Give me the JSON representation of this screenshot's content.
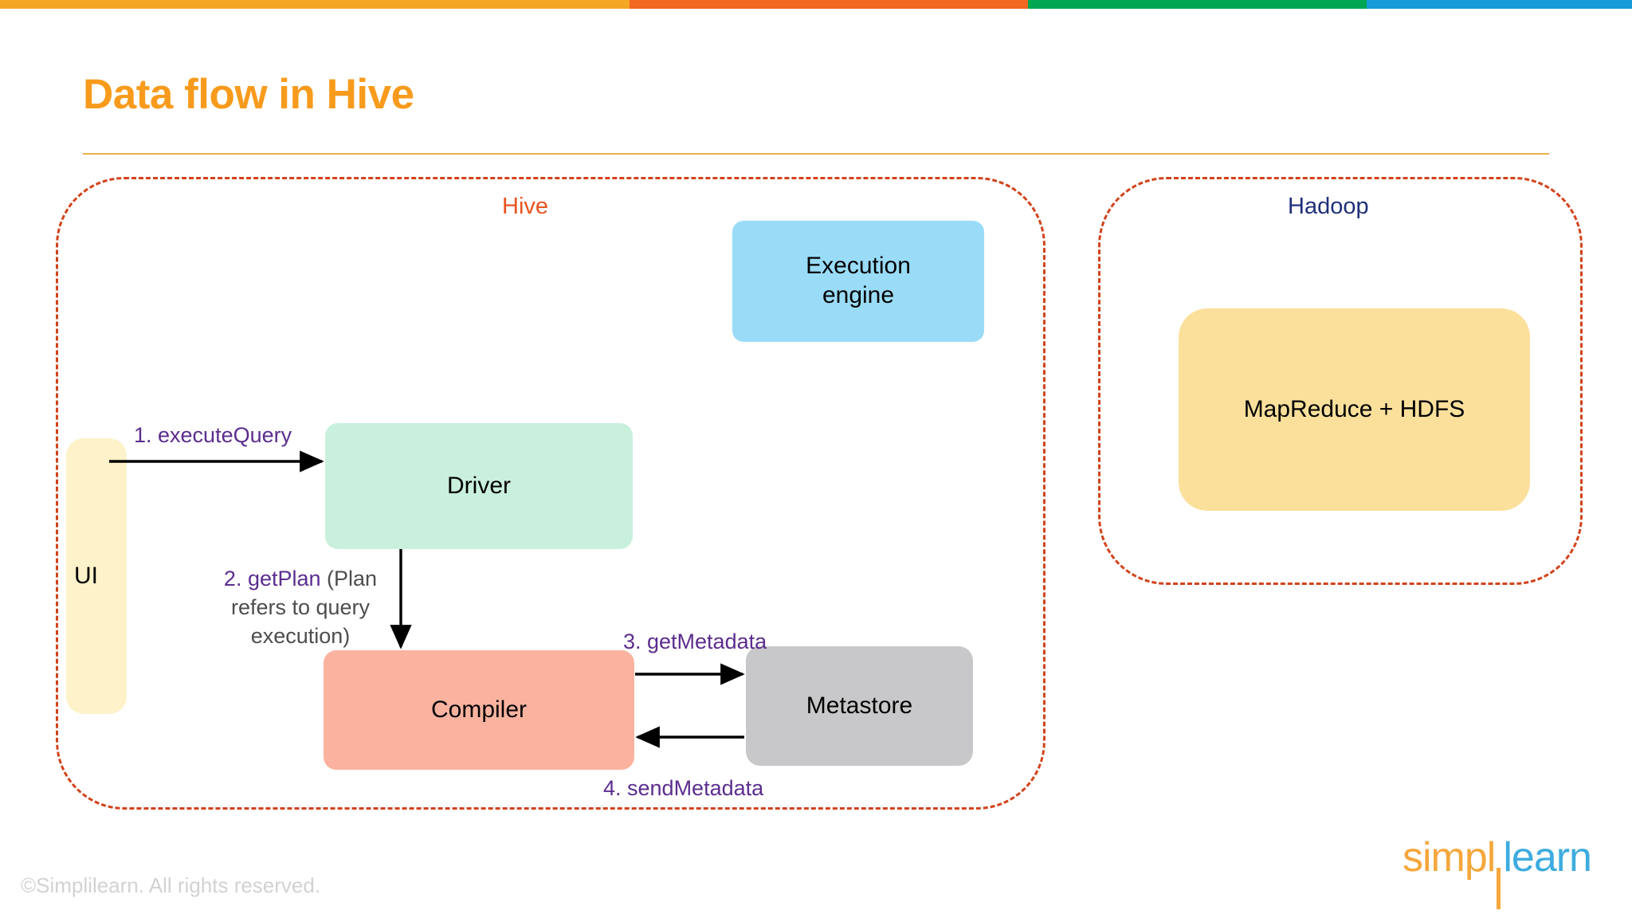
{
  "slide": {
    "title": "Data flow in Hive",
    "title_color": "#f89b1c",
    "background": "#ffffff"
  },
  "topbar": {
    "segments": [
      {
        "name": "yellow",
        "color": "#f5a623"
      },
      {
        "name": "orange",
        "color": "#f26722"
      },
      {
        "name": "green",
        "color": "#00a651"
      },
      {
        "name": "blue",
        "color": "#189cd8"
      }
    ]
  },
  "containers": [
    {
      "id": "hive",
      "label": "Hive",
      "label_color": "#e8541f",
      "border_color": "#d1431b",
      "style": "dashed"
    },
    {
      "id": "hadoop",
      "label": "Hadoop",
      "label_color": "#1f2f7a",
      "border_color": "#d1431b",
      "style": "dashed"
    }
  ],
  "nodes": [
    {
      "id": "ui",
      "label": "UI",
      "color": "#fdf2c9",
      "container": "hive"
    },
    {
      "id": "driver",
      "label": "Driver",
      "color": "#c9f0dd",
      "container": "hive"
    },
    {
      "id": "compiler",
      "label": "Compiler",
      "color": "#fbb3a0",
      "container": "hive"
    },
    {
      "id": "metastore",
      "label": "Metastore",
      "color": "#c8c8ca",
      "container": "hive"
    },
    {
      "id": "execution",
      "label": "Execution\nengine",
      "color": "#9adcf8",
      "container": "hive"
    },
    {
      "id": "mapreduce",
      "label": "MapReduce + HDFS",
      "color": "#fbe09c",
      "container": "hadoop"
    }
  ],
  "node_labels": {
    "ui": "UI",
    "driver": "Driver",
    "compiler": "Compiler",
    "metastore": "Metastore",
    "execution_line1": "Execution",
    "execution_line2": "engine",
    "mapreduce": "MapReduce + HDFS"
  },
  "arrows": [
    {
      "step": 1,
      "label": "1. executeQuery",
      "from": "ui",
      "to": "driver",
      "color": "#5b2d8e"
    },
    {
      "step": 2,
      "label": "2. getPlan",
      "note": "(Plan refers to query execution)",
      "from": "driver",
      "to": "compiler",
      "color": "#5b2d8e",
      "note_color": "#4d4d4d"
    },
    {
      "step": 3,
      "label": "3. getMetadata",
      "from": "compiler",
      "to": "metastore",
      "color": "#5b2d8e"
    },
    {
      "step": 4,
      "label": "4. sendMetadata",
      "from": "metastore",
      "to": "compiler",
      "color": "#5b2d8e"
    }
  ],
  "arrow_labels": {
    "step1": "1. executeQuery",
    "step2_code": "2. getPlan",
    "step2_note_a": " (Plan",
    "step2_note_b": "refers to query",
    "step2_note_c": "execution)",
    "step3": "3. getMetadata",
    "step4": "4. sendMetadata"
  },
  "footer": {
    "copyright": "©Simplilearn. All rights reserved.",
    "logo": {
      "part1": "simpl",
      "part2": "learn",
      "part1_color": "#f5a73c",
      "part2_color": "#3eacdf"
    }
  }
}
